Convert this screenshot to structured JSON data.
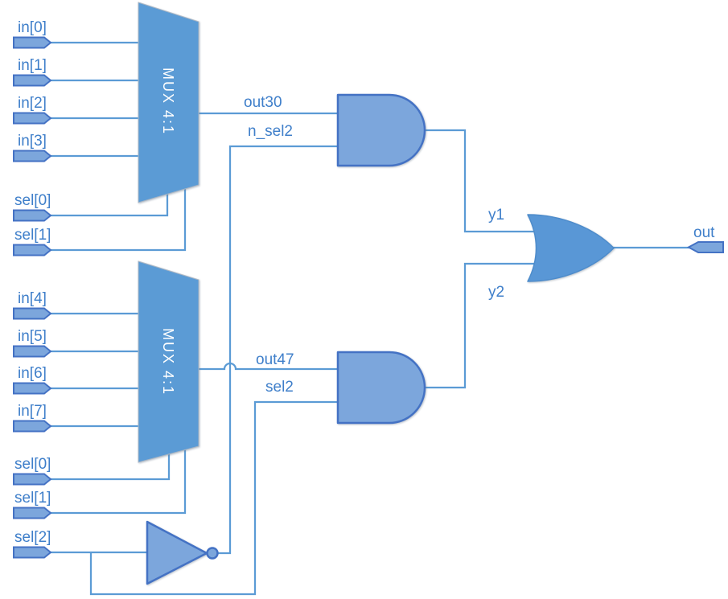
{
  "colors": {
    "wire": "#5B9BD5",
    "mux_fill": "#5B9BD5",
    "gate_fill": "#7CA6DC",
    "gate_outline": "#4472C4",
    "or_fill": "#5997D6",
    "label_text": "#3F7FCA",
    "mux_text": "#FFFFFF"
  },
  "gates": {
    "mux1_label": "MUX 4:1",
    "mux2_label": "MUX 4:1"
  },
  "pins": {
    "in0": "in[0]",
    "in1": "in[1]",
    "in2": "in[2]",
    "in3": "in[3]",
    "in4": "in[4]",
    "in5": "in[5]",
    "in6": "in[6]",
    "in7": "in[7]",
    "sel0_a": "sel[0]",
    "sel1_a": "sel[1]",
    "sel0_b": "sel[0]",
    "sel1_b": "sel[1]",
    "sel2": "sel[2]",
    "out": "out"
  },
  "nets": {
    "out30": "out30",
    "n_sel2": "n_sel2",
    "out47": "out47",
    "sel2": "sel2",
    "y1": "y1",
    "y2": "y2"
  }
}
